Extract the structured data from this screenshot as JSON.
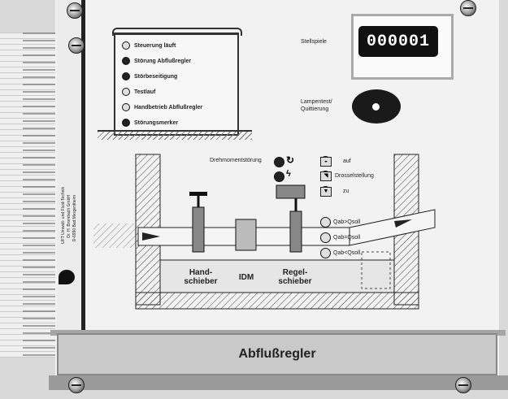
{
  "legend": {
    "items": [
      {
        "label": "Steuerung läuft",
        "led": "light"
      },
      {
        "label": "Störung Abflußregler",
        "led": "dark"
      },
      {
        "label": "Störbeseitigung",
        "led": "dark"
      },
      {
        "label": "Testlauf",
        "led": "light"
      },
      {
        "label": "Handbetrieb Abflußregler",
        "led": "light"
      },
      {
        "label": "Störungsmerker",
        "led": "dark"
      }
    ]
  },
  "counter": {
    "label": "Stellspiele",
    "value": "000001"
  },
  "lamp": {
    "label_line1": "Lampentest/",
    "label_line2": "Quittierung"
  },
  "diagram": {
    "torque_label": "Drehmomentstörung",
    "op_up": "auf",
    "op_throttle": "Drosselstellung",
    "op_down": "zu",
    "flow_labels": [
      "Qab>Qsoll",
      "Qab=Qsoll",
      "Qab<Qsoll"
    ],
    "hand_line1": "Hand-",
    "hand_line2": "schieber",
    "idm": "IDM",
    "regel_line1": "Regel-",
    "regel_line2": "schieber"
  },
  "side_text": [
    "UFT Umwelt- und Fluid-Technik",
    "Dr. H. Brombach GmbH",
    "D-6990 Bad Mergentheim"
  ],
  "footer": {
    "title": "Abflußregler"
  },
  "colors": {
    "panel": "#f2f2f2",
    "frame": "#222222",
    "bar": "#c9c9c9"
  }
}
